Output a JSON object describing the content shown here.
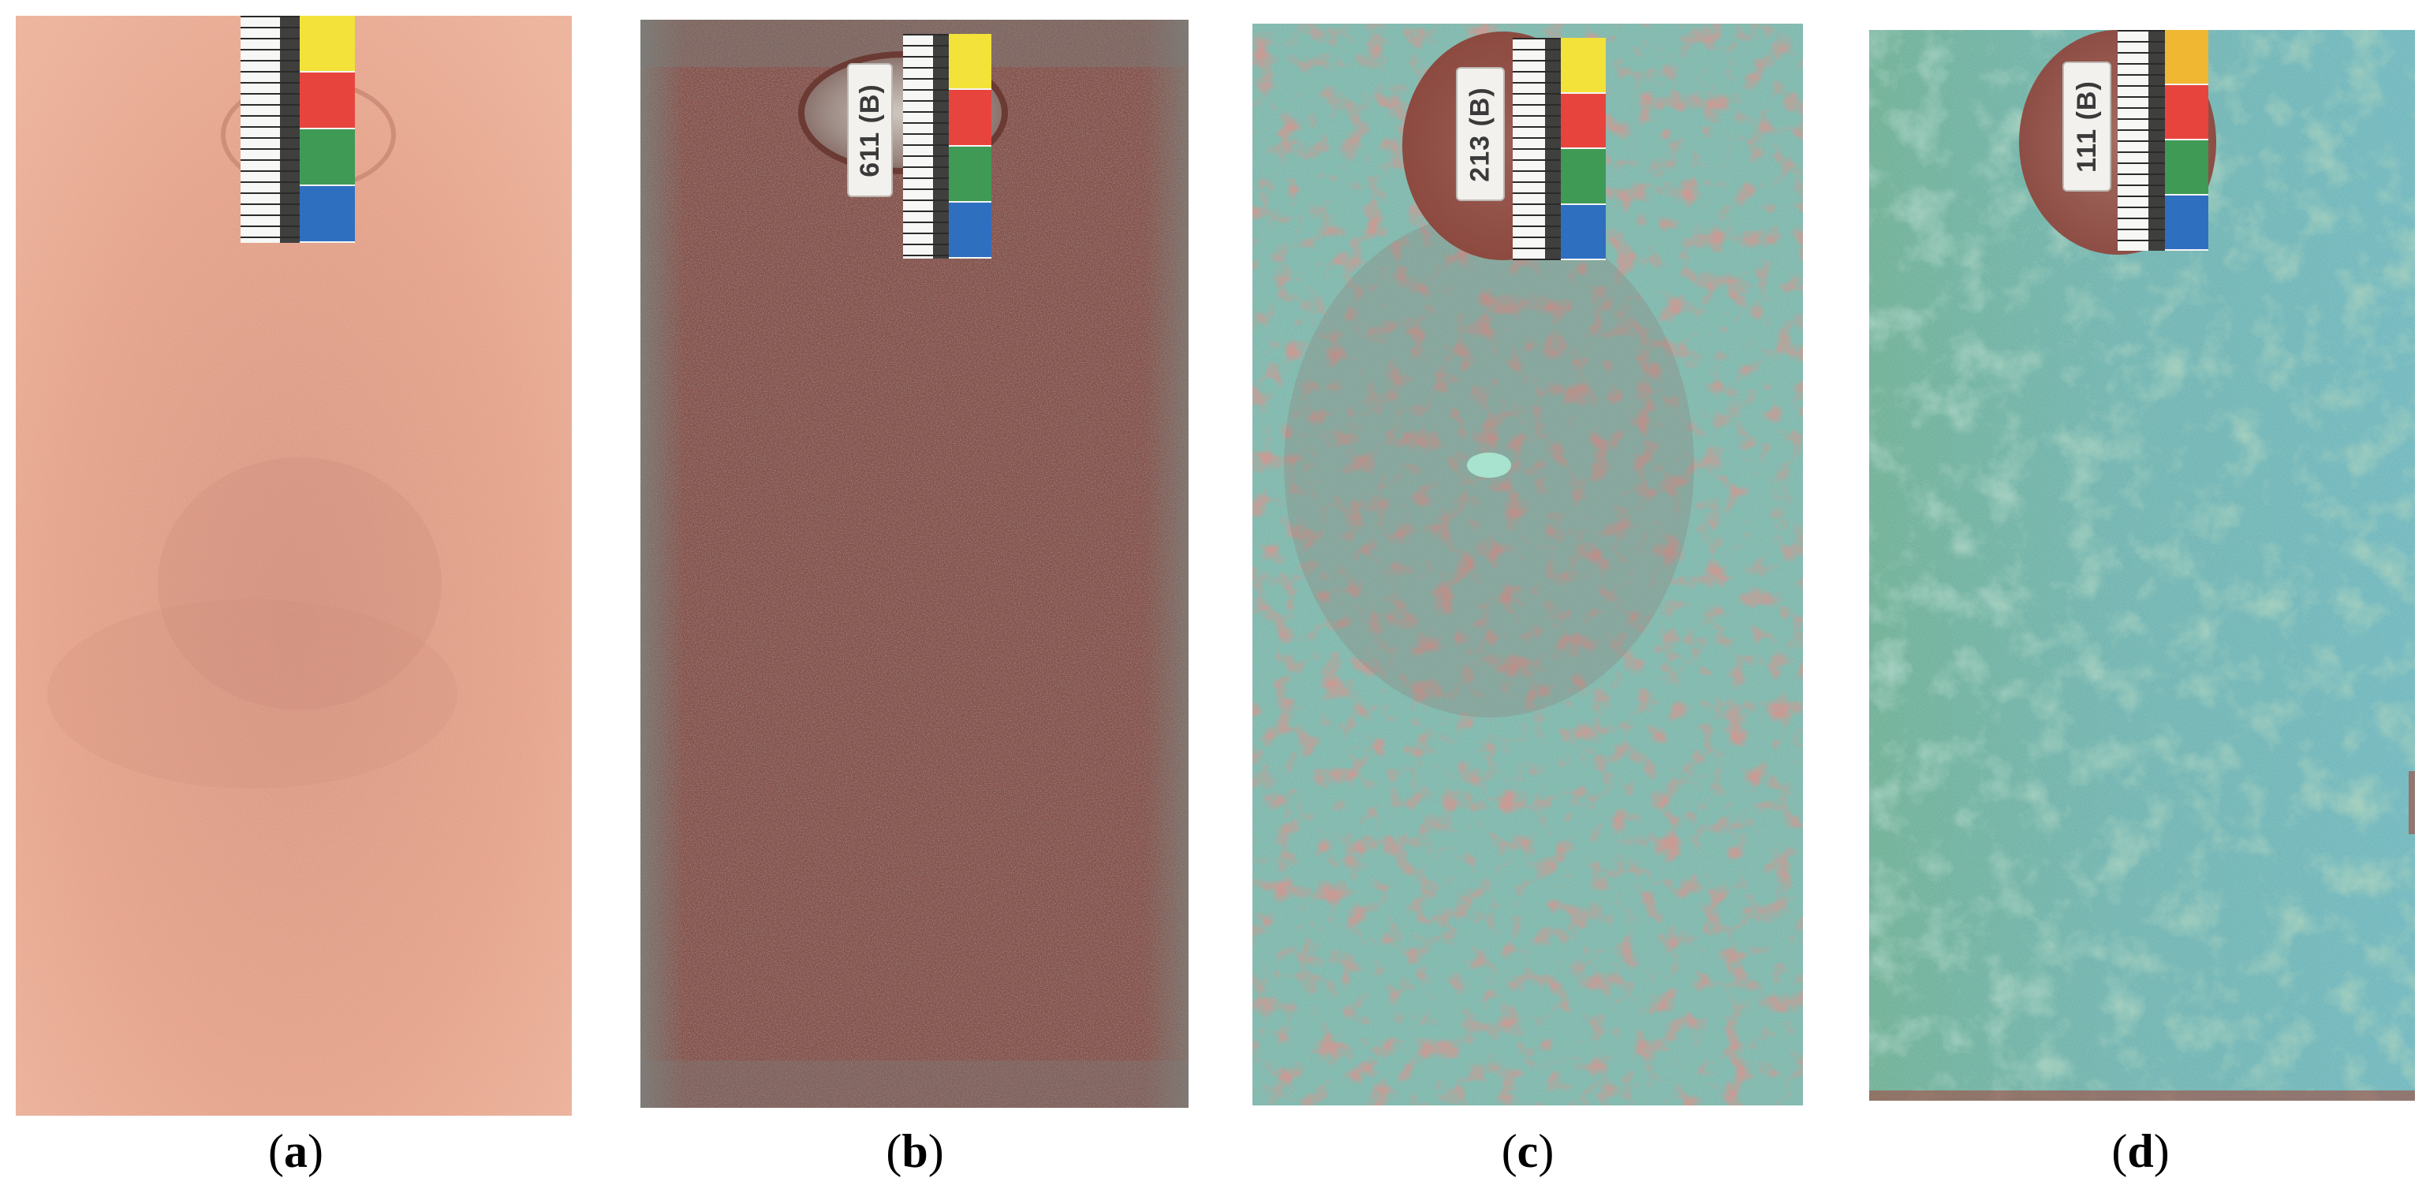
{
  "panels": [
    {
      "id": "a",
      "caption": {
        "open": "(",
        "letter": "a",
        "close": ")"
      },
      "sample_label": "",
      "colors": {
        "base": "#e39d84",
        "light": "#efb39c",
        "dark": "#cf8a75",
        "hole_rim": "#d4927c",
        "hole_inner": "#f0ece8"
      }
    },
    {
      "id": "b",
      "caption": {
        "open": "(",
        "letter": "b",
        "close": ")"
      },
      "sample_label": "611 (B)",
      "colors": {
        "base": "#8a5248",
        "light": "#9a665c",
        "dark": "#6e3f37",
        "hole_rim": "#7a4a42",
        "hole_inner": "#c9c3bd"
      }
    },
    {
      "id": "c",
      "caption": {
        "open": "(",
        "letter": "c",
        "close": ")"
      },
      "sample_label": "213 (B)",
      "colors": {
        "base": "#74b3a6",
        "light": "#8ec6b8",
        "dark": "#94584e",
        "hole_rim": "#8c4a40",
        "hole_inner": "#9a6058"
      }
    },
    {
      "id": "d",
      "caption": {
        "open": "(",
        "letter": "d",
        "close": ")"
      },
      "sample_label": "111 (B)",
      "colors": {
        "base": "#6fb4b0",
        "light": "#86c6bf",
        "dark": "#5a9c8a",
        "hole_rim": "#8a4c43",
        "hole_inner": "#9e6a60"
      }
    }
  ],
  "scale_swatches": [
    "#f2e23a",
    "#e8443e",
    "#3f9a56",
    "#2f6fc0"
  ]
}
